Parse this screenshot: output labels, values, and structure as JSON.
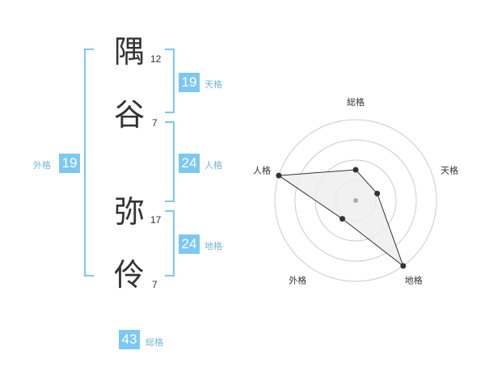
{
  "name": {
    "chars": [
      {
        "char": "隅",
        "strokes": "12"
      },
      {
        "char": "谷",
        "strokes": "7"
      },
      {
        "char": "弥",
        "strokes": "17"
      },
      {
        "char": "伶",
        "strokes": "7"
      }
    ]
  },
  "fortune": {
    "tenkaku": {
      "value": "19",
      "label": "天格"
    },
    "jinkaku": {
      "value": "24",
      "label": "人格"
    },
    "chikaku": {
      "value": "24",
      "label": "地格"
    },
    "gaikaku": {
      "value": "19",
      "label": "外格"
    },
    "soukaku": {
      "value": "43",
      "label": "総格"
    }
  },
  "chart_data": {
    "type": "radar",
    "axes": [
      "総格",
      "天格",
      "地格",
      "外格",
      "人格"
    ],
    "values": [
      0.38,
      0.28,
      1.0,
      0.28,
      1.0
    ],
    "rings": 4,
    "colors": {
      "fill": "#eeeeee",
      "stroke": "#333333",
      "grid": "#cccccc",
      "point": "#333333",
      "center": "#aaaaaa"
    }
  }
}
